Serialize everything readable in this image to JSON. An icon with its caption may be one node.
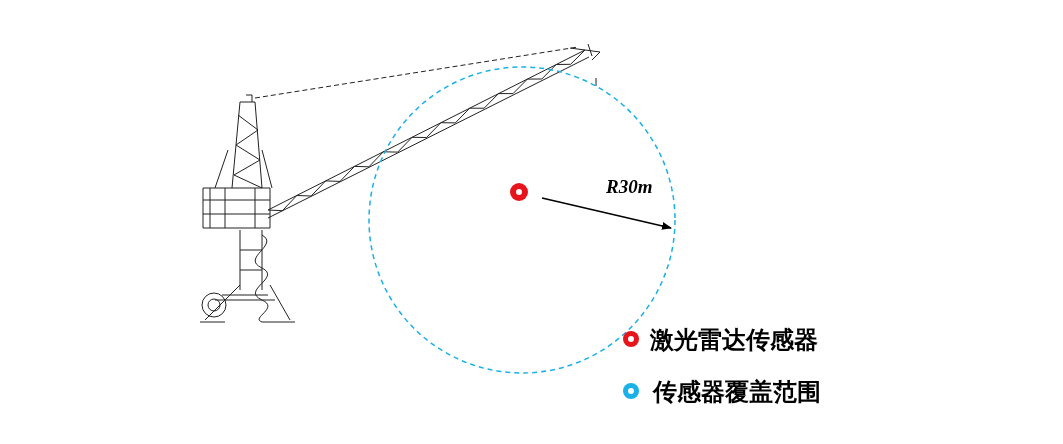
{
  "diagram": {
    "labels": [
      "R30m"
    ],
    "legend": [
      {
        "text": "激光雷达传感器",
        "color": "#e8141b"
      },
      {
        "text": "传感器覆盖范围",
        "color": "#1ab0e8"
      }
    ]
  }
}
